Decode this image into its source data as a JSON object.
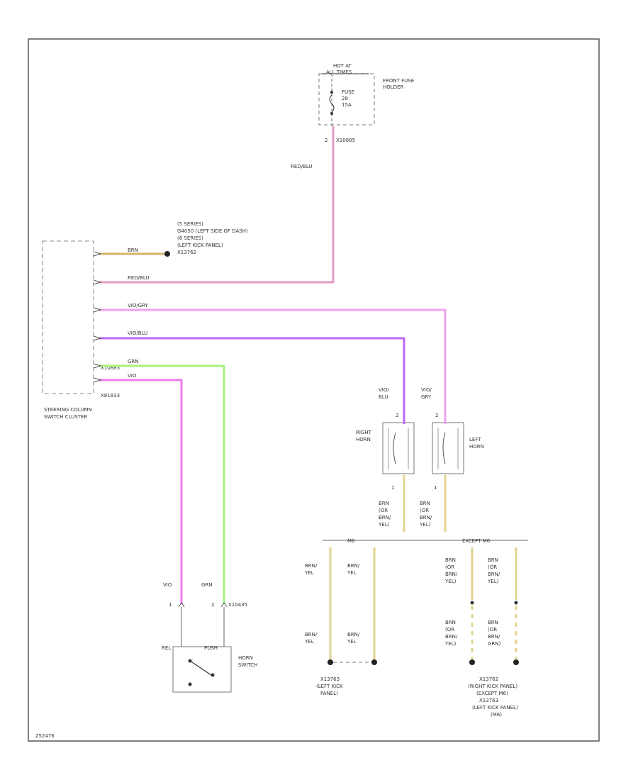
{
  "fuse_block": {
    "hot_at_line1": "HOT AT",
    "hot_at_line2": "ALL TIMES",
    "holder_line1": "FRONT FUSE",
    "holder_line2": "HOLDER",
    "fuse_line1": "FUSE",
    "fuse_line2": "28",
    "fuse_line3": "15A",
    "pin": "2",
    "connector": "X10685"
  },
  "wire_colors": {
    "red_blu": "#e79ac6",
    "brn": "#d8b36a",
    "vio_gry": "#f0a0ec",
    "vio_blu": "#bc67f2",
    "grn": "#a8f27c",
    "vio": "#f07cec",
    "brn_yel": "#e1d48f"
  },
  "wires": {
    "red_blu_top": "RED/BLU",
    "brn": "BRN",
    "red_blu": "RED/BLU",
    "vio_gry": "VIO/GRY",
    "vio_blu": "VIO/BLU",
    "grn": "GRN",
    "vio": "VIO"
  },
  "ground_note": {
    "line1": "(5 SERIES)",
    "line2": "G4050 (LEFT SIDE OF DASH)",
    "line3": "(6 SERIES)",
    "line4": "(LEFT KICK PANEL)",
    "line5": "X13762"
  },
  "steering_column": {
    "connector_a": "X10883",
    "connector_b": "X81833",
    "label_line1": "STEERING COLUMN",
    "label_line2": "SWITCH CLUSTER"
  },
  "horns": {
    "right_wire_line1": "VIO/",
    "right_wire_line2": "BLU",
    "left_wire_line1": "VIO/",
    "left_wire_line2": "GRY",
    "right_label_line1": "RIGHT",
    "right_label_line2": "HORN",
    "left_label_line1": "LEFT",
    "left_label_line2": "HORN",
    "right_pin_top": "2",
    "left_pin_top": "2",
    "right_pin_bottom": "1",
    "left_pin_bottom": "1"
  },
  "horn_grounds": {
    "right_line1": "BRN",
    "right_line2": "(OR",
    "right_line3": "BRN/",
    "right_line4": "YEL)",
    "left_line1": "BRN",
    "left_line2": "(OR",
    "left_line3": "BRN/",
    "left_line4": "YEL)"
  },
  "branch": {
    "m6": "M6",
    "except_m6": "EXCEPT M6"
  },
  "lower_wires": {
    "m6_a_top_line1": "BRN/",
    "m6_a_top_line2": "YEL",
    "m6_b_top_line1": "BRN/",
    "m6_b_top_line2": "YEL",
    "m6_a_bot_line1": "BRN/",
    "m6_a_bot_line2": "YEL",
    "m6_b_bot_line1": "BRN/",
    "m6_b_bot_line2": "YEL",
    "ex_a_top_line1": "BRN",
    "ex_a_top_line2": "(OR",
    "ex_a_top_line3": "BRN/",
    "ex_a_top_line4": "YEL)",
    "ex_b_top_line1": "BRN",
    "ex_b_top_line2": "(OR",
    "ex_b_top_line3": "BRN/",
    "ex_b_top_line4": "YEL)",
    "ex_a_bot_line1": "BRN",
    "ex_a_bot_line2": "(OR",
    "ex_a_bot_line3": "BRN/",
    "ex_a_bot_line4": "YEL)",
    "ex_b_bot_line1": "BRN",
    "ex_b_bot_line2": "(OR",
    "ex_b_bot_line3": "BRN/",
    "ex_b_bot_line4": "GRN)"
  },
  "ground_left": {
    "line1": "X13763",
    "line2": "(LEFT KICK",
    "line3": "PANEL)"
  },
  "ground_right": {
    "line1": "X13762",
    "line2": "(RIGHT KICK PANEL)",
    "line3": "(EXCEPT M6)",
    "line4": "X13763",
    "line5": "(LEFT KICK PANEL)",
    "line6": "(M6)"
  },
  "horn_switch": {
    "wire_left": "VIO",
    "wire_right": "GRN",
    "pin_left": "1",
    "pin_right": "2",
    "connector": "X10435",
    "state_left": "REL",
    "state_right": "PUSH",
    "label_line1": "HORN",
    "label_line2": "SWITCH"
  },
  "footer_code": "252476"
}
